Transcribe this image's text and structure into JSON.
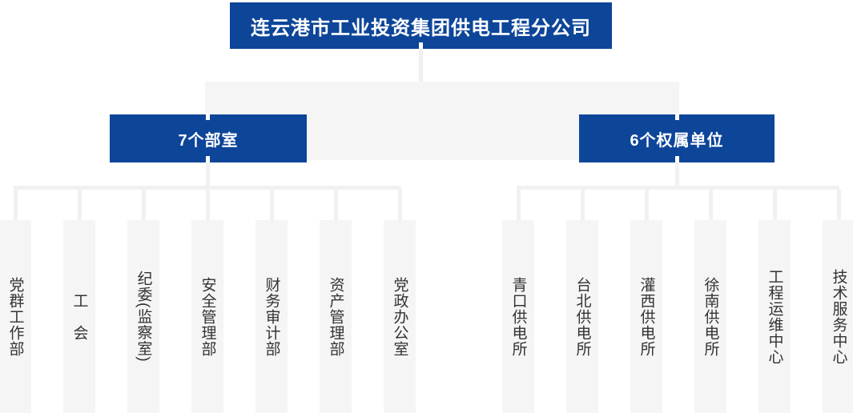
{
  "colors": {
    "primary_blue": "#0d4599",
    "band_gray": "#f5f5f5",
    "line_gray": "#f1f1f1",
    "root_line_gray": "#efefef",
    "column_gray": "#f5f5f5",
    "column_text": "#333333",
    "box_text": "#ffffff"
  },
  "org_chart": {
    "root": {
      "label": "连云港市工业投资集团供电工程分公司"
    },
    "groups": [
      {
        "label": "7个部室",
        "children": [
          {
            "label": "党群工作部"
          },
          {
            "label": "工　会"
          },
          {
            "label": "纪委(监察室)"
          },
          {
            "label": "安全管理部"
          },
          {
            "label": "财务审计部"
          },
          {
            "label": "资产管理部"
          },
          {
            "label": "党政办公室"
          }
        ]
      },
      {
        "label": "6个权属单位",
        "children": [
          {
            "label": "青口供电所"
          },
          {
            "label": "台北供电所"
          },
          {
            "label": "灌西供电所"
          },
          {
            "label": "徐南供电所"
          },
          {
            "label": "工程运维中心"
          },
          {
            "label": "技术服务中心"
          }
        ]
      }
    ]
  }
}
